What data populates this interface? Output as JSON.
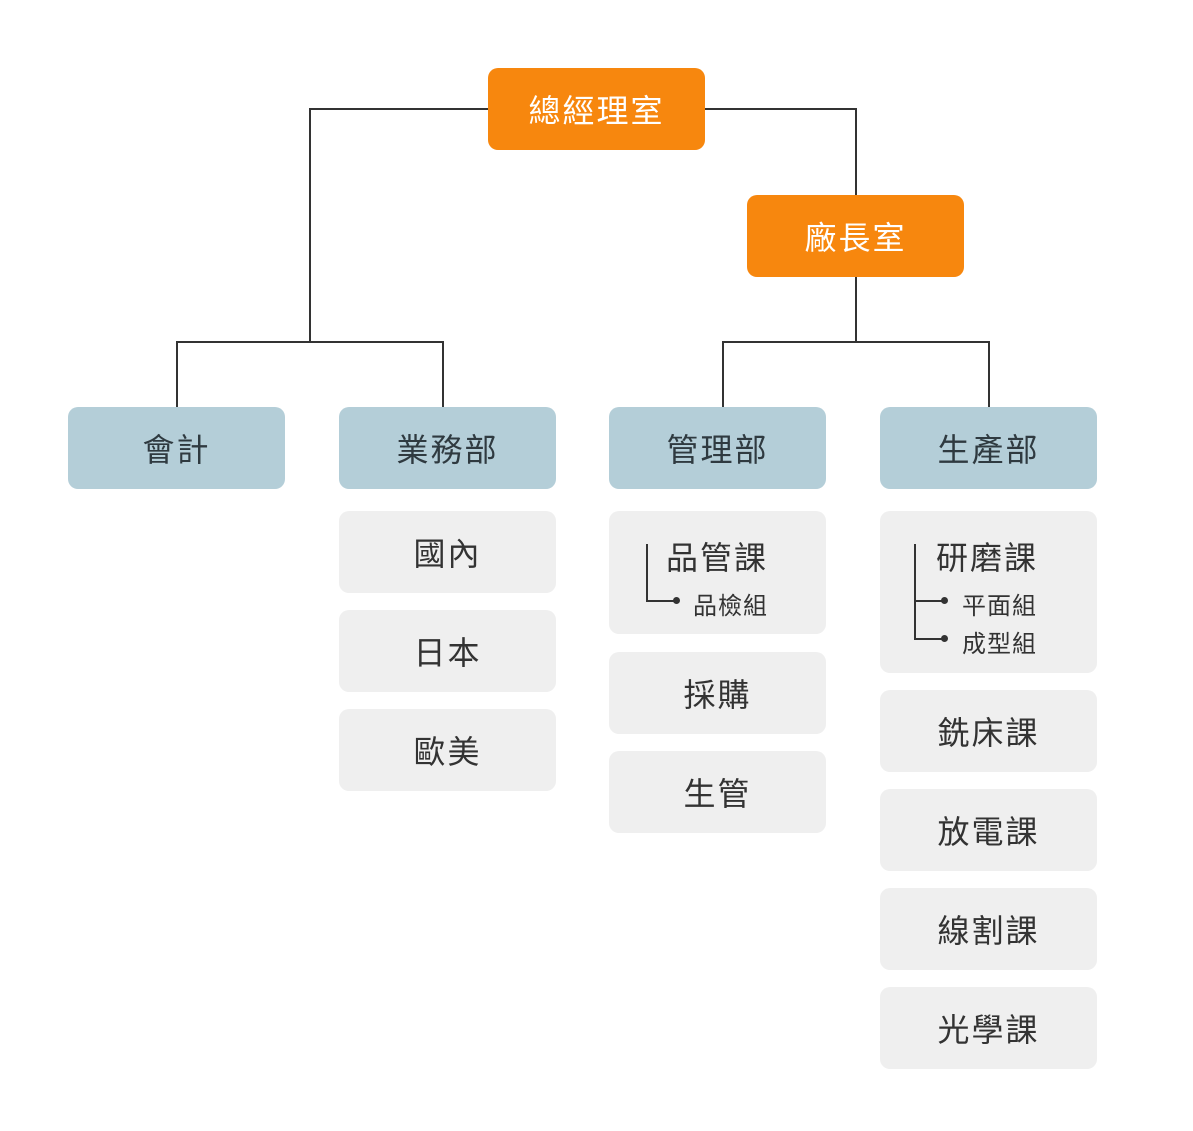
{
  "top": {
    "gm": "總經理室",
    "factory": "廠長室"
  },
  "departments": {
    "accounting": "會計",
    "sales": "業務部",
    "management": "管理部",
    "production": "生產部"
  },
  "sales_units": [
    "國內",
    "日本",
    "歐美"
  ],
  "management_units": {
    "qc": {
      "label": "品管課",
      "children": [
        "品檢組"
      ]
    },
    "purchasing": "採購",
    "production_control": "生管"
  },
  "production_units": {
    "grinding": {
      "label": "研磨課",
      "children": [
        "平面組",
        "成型組"
      ]
    },
    "milling": "銑床課",
    "edm": "放電課",
    "wire_cut": "線割課",
    "optical": "光學課"
  },
  "colors": {
    "top": "#f7870e",
    "dept": "#b4ced8",
    "unit": "#efefef",
    "line": "#333333"
  }
}
